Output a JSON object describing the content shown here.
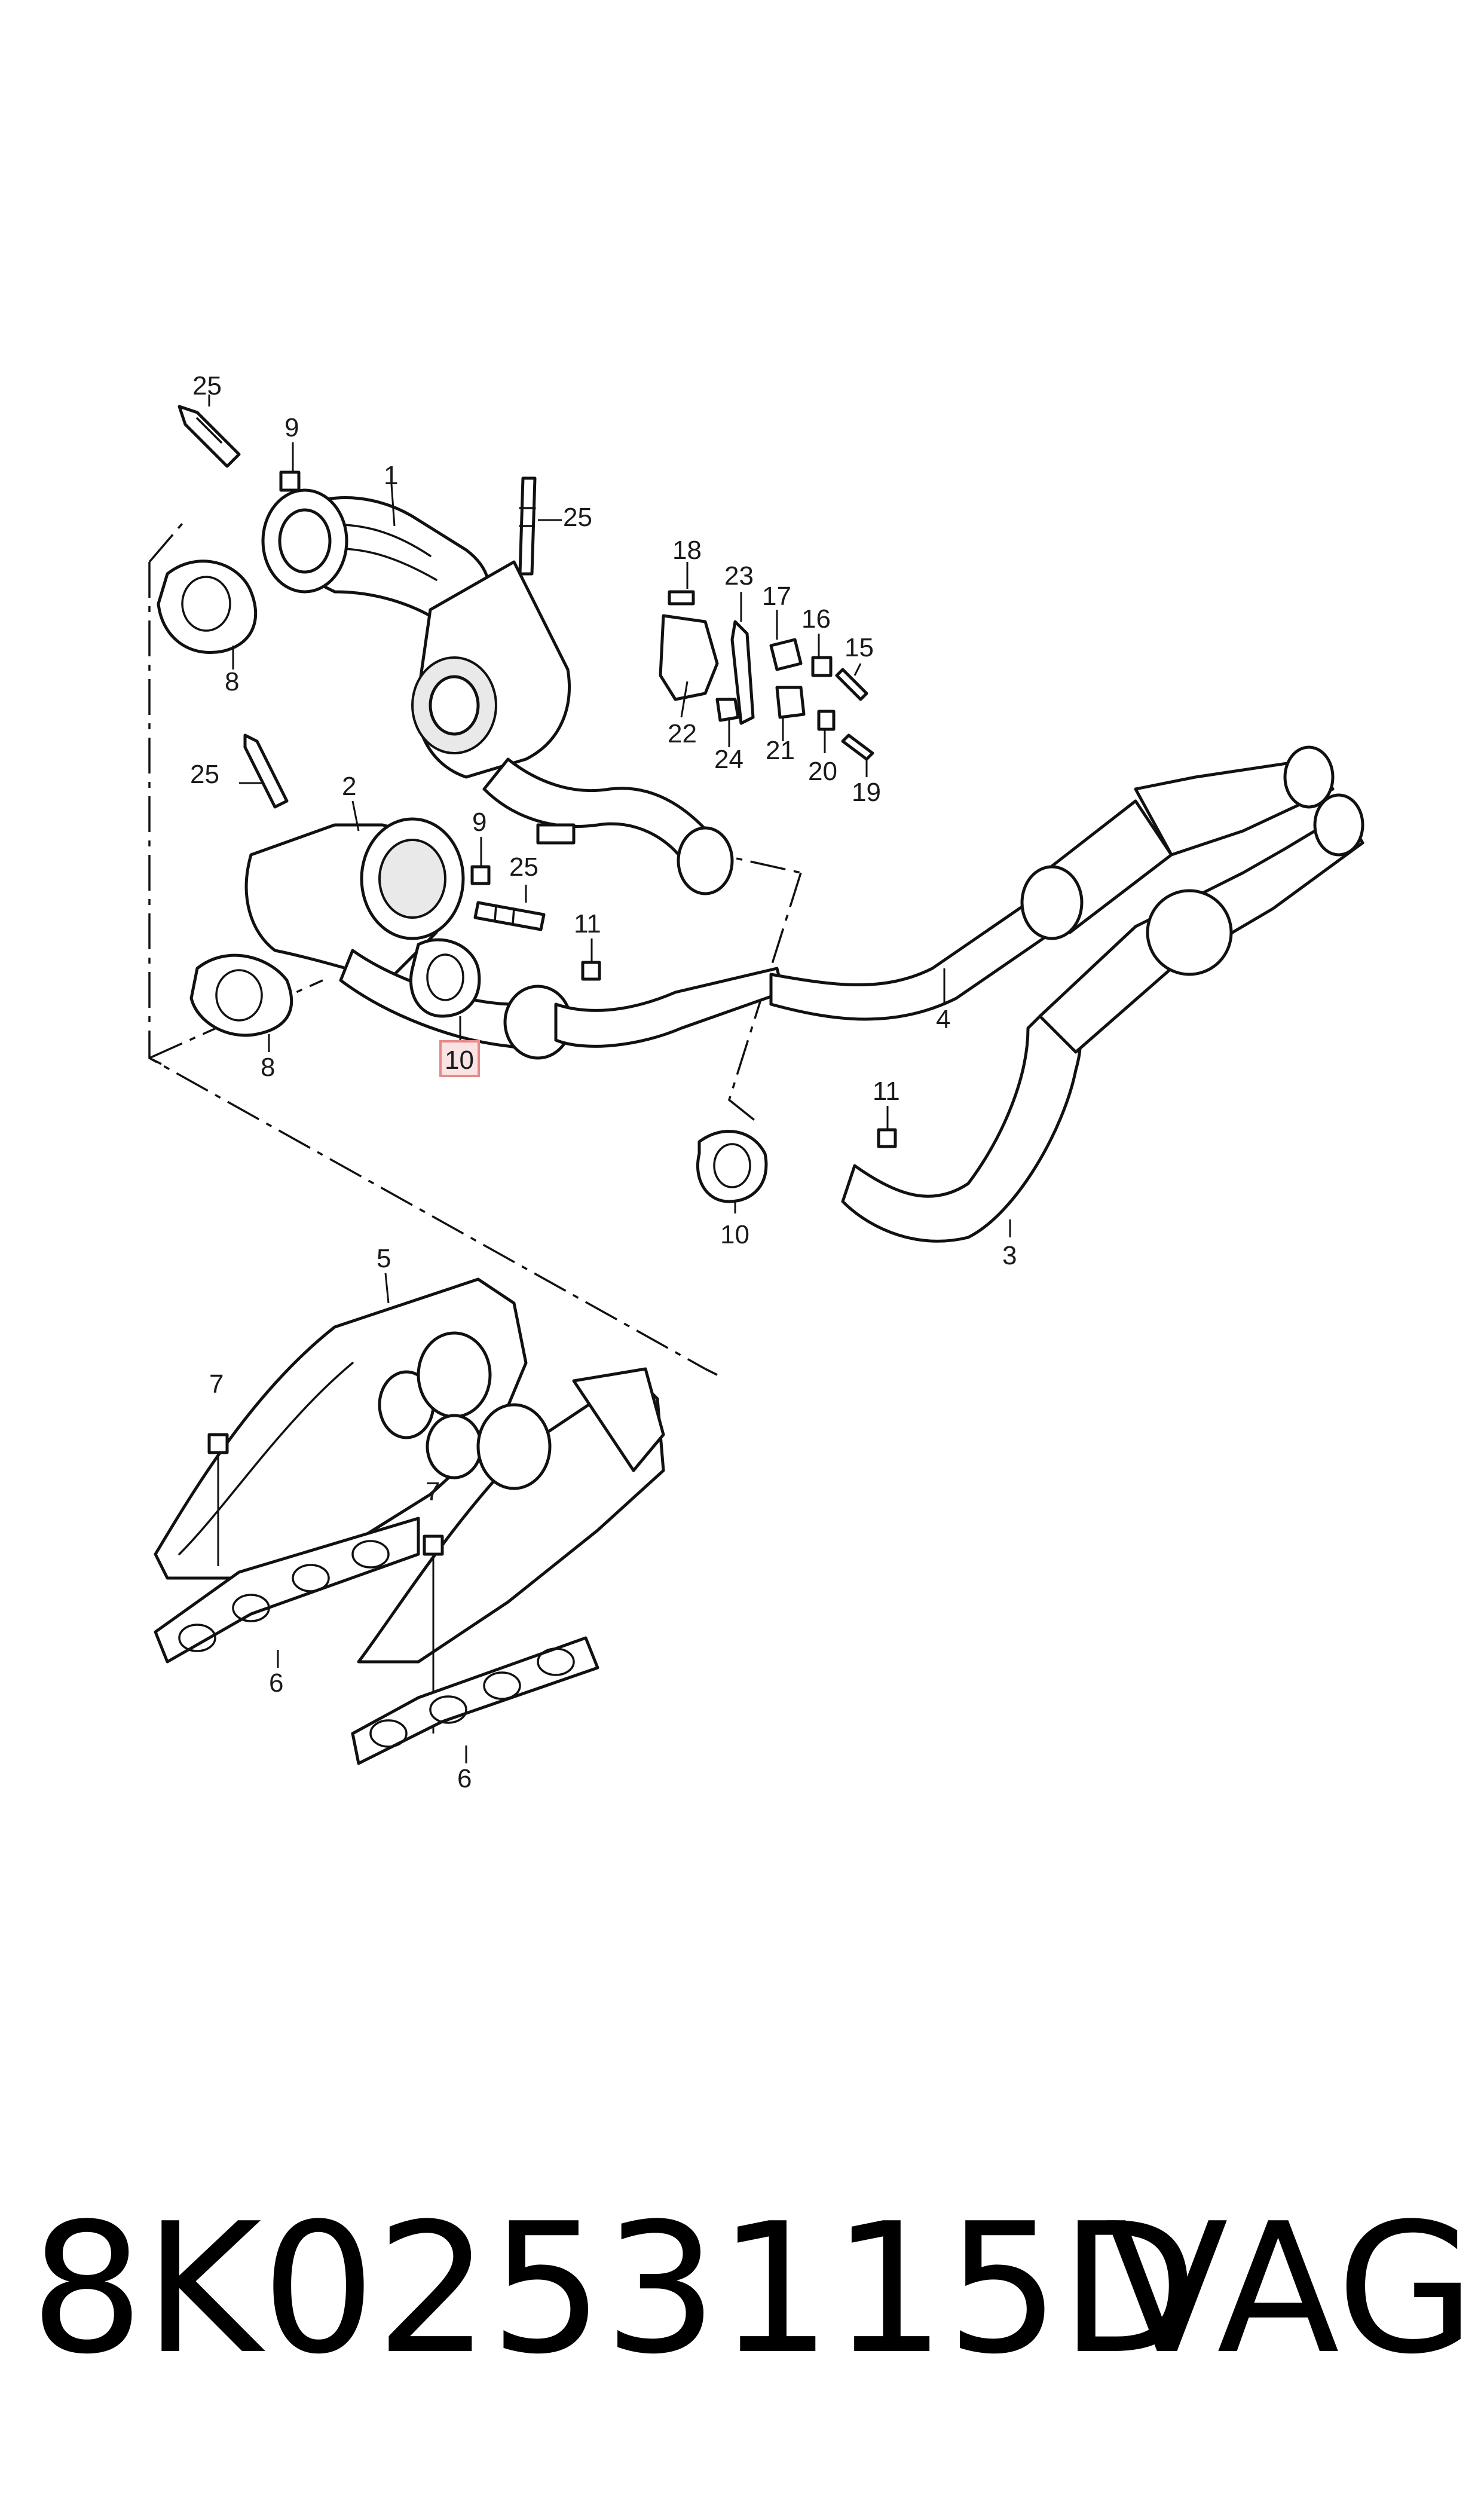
{
  "callouts": {
    "c25a": "25",
    "c9a": "9",
    "c1": "1",
    "c25b": "25",
    "c8a": "8",
    "c18": "18",
    "c23": "23",
    "c17": "17",
    "c16": "16",
    "c15": "15",
    "c22": "22",
    "c24": "24",
    "c21": "21",
    "c20": "20",
    "c19": "19",
    "c25c": "25",
    "c2": "2",
    "c9b": "9",
    "c25d": "25",
    "c11a": "11",
    "c8b": "8",
    "c10a": "10",
    "c4": "4",
    "c11b": "11",
    "c10b": "10",
    "c3": "3",
    "c5": "5",
    "c7a": "7",
    "c7b": "7",
    "c6a": "6",
    "c6b": "6"
  },
  "highlighted_callout": "10",
  "caption": {
    "part_number": "8K0253115D",
    "brand": "VAG"
  },
  "colors": {
    "highlight_fill": "#fbe3e3",
    "highlight_stroke": "#e58a8a",
    "line": "#111111"
  }
}
